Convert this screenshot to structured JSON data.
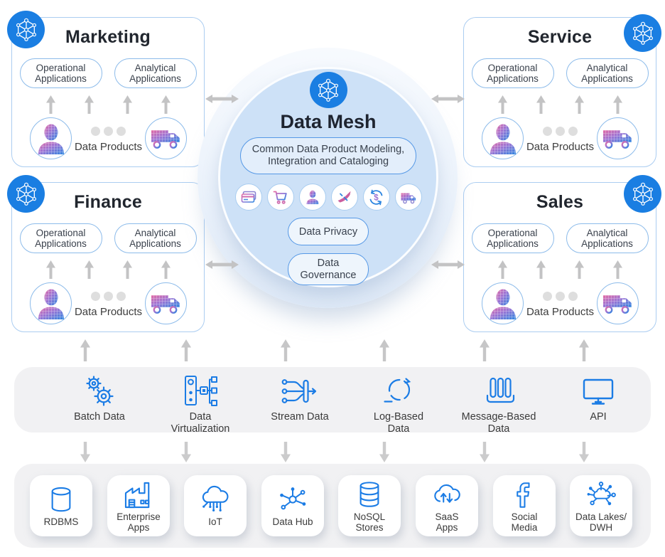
{
  "colors": {
    "accent_blue": "#1a7ee2",
    "icon_blue": "#1b7ce5",
    "circle_fill": "#cde1f7",
    "band_gray": "#f1f1f3",
    "arrow_gray": "#c3c3c4",
    "halftone_pink": "#e46ba4",
    "halftone_blue": "#2e86e0"
  },
  "domains": [
    {
      "title": "Marketing",
      "apps": [
        "Operational Applications",
        "Analytical Applications"
      ],
      "products_label": "Data Products"
    },
    {
      "title": "Service",
      "apps": [
        "Operational Applications",
        "Analytical Applications"
      ],
      "products_label": "Data Products"
    },
    {
      "title": "Finance",
      "apps": [
        "Operational Applications",
        "Analytical Applications"
      ],
      "products_label": "Data Products"
    },
    {
      "title": "Sales",
      "apps": [
        "Operational Applications",
        "Analytical Applications"
      ],
      "products_label": "Data Products"
    }
  ],
  "center": {
    "title": "Data Mesh",
    "capability": "Common Data Product Modeling, Integration and Cataloging",
    "icons": [
      "credit-card",
      "shopping-cart",
      "person",
      "airplane",
      "dollar-sync",
      "truck"
    ],
    "privacy": "Data Privacy",
    "governance": "Data Governance"
  },
  "ingestion": [
    {
      "label": "Batch Data",
      "icon": "gears"
    },
    {
      "label": "Data Virtualization",
      "icon": "server-network"
    },
    {
      "label": "Stream Data",
      "icon": "stream"
    },
    {
      "label": "Log-Based Data",
      "icon": "log-cycle"
    },
    {
      "label": "Message-Based Data",
      "icon": "message-queue"
    },
    {
      "label": "API",
      "icon": "monitor"
    }
  ],
  "sources": [
    {
      "label": "RDBMS",
      "icon": "database"
    },
    {
      "label": "Enterprise Apps",
      "icon": "factory"
    },
    {
      "label": "IoT",
      "icon": "iot-cloud"
    },
    {
      "label": "Data Hub",
      "icon": "hub"
    },
    {
      "label": "NoSQL Stores",
      "icon": "stacked-database"
    },
    {
      "label": "SaaS Apps",
      "icon": "cloud-sync"
    },
    {
      "label": "Social Media",
      "icon": "facebook"
    },
    {
      "label": "Data Lakes/\nDWH",
      "icon": "cluster"
    }
  ]
}
